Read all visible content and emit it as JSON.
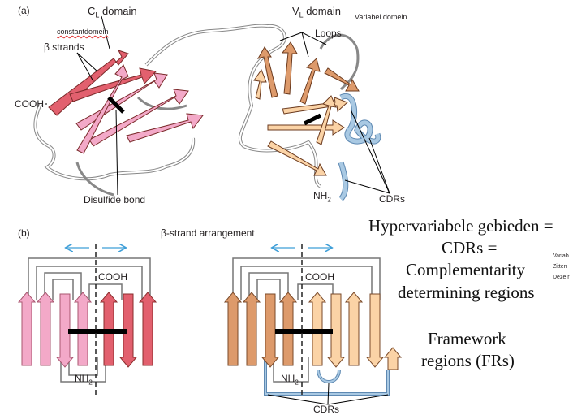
{
  "panel_a": {
    "label": "(a)",
    "cl_title": "C",
    "cl_sub": "L",
    "cl_suffix": " domain",
    "vl_title": "V",
    "vl_sub": "L",
    "vl_suffix": " domain",
    "annotation_variabel": "Variabel domein",
    "annotation_constant": "constantdomein",
    "beta_strands": "β strands",
    "cooh": "COOH",
    "disulfide": "Disulfide bond",
    "loops": "Loops",
    "nh2": "NH",
    "nh2_sub": "2",
    "cdrs": "CDRs"
  },
  "panel_b": {
    "label": "(b)",
    "title": "β-strand arrangement",
    "cooh_left": "COOH",
    "nh2_left": "NH",
    "nh2_left_sub": "2",
    "cooh_right": "COOH",
    "nh2_right": "NH",
    "nh2_right_sub": "2",
    "cdrs": "CDRs"
  },
  "notes": {
    "line1": "Hypervariabele gebieden =",
    "line2": "CDRs =",
    "line3": "Complementarity",
    "line4": "determining regions",
    "line5": "Framework",
    "line6": "regions (FRs)",
    "side1": "Variab",
    "side2": "Zitten",
    "side3": "Deze r"
  },
  "colors": {
    "pink_light": "#f3a9c8",
    "pink_dark": "#e2606e",
    "tan_dark": "#dd9a6b",
    "tan_light": "#fbd3a6",
    "cdr_blue": "#a9c9e3",
    "arrow_blue": "#3f9fd8"
  }
}
